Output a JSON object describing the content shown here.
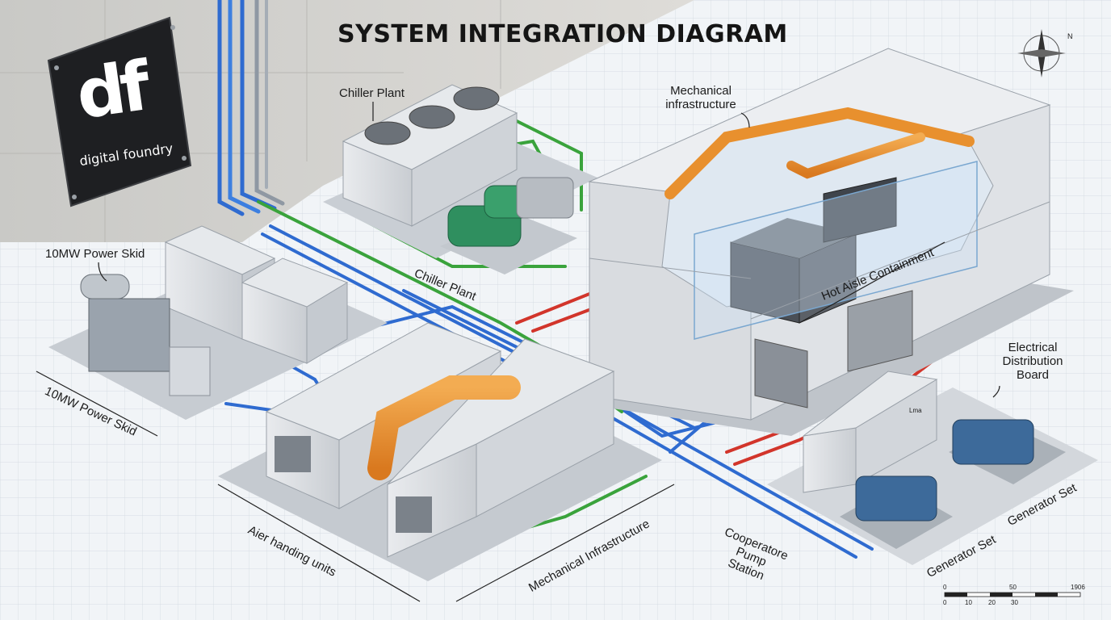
{
  "title": "SYSTEM INTEGRATION DIAGRAM",
  "logo": {
    "mark": "df",
    "name": "digital foundry"
  },
  "labels": {
    "chiller_plant_top": "Chiller Plant",
    "chiller_plant_iso": "Chiller Plant",
    "mechanical_infrastructure_top": "Mechanical infrastructure",
    "mechanical_infrastructure_iso": "Mechanical Infrastructure",
    "power_skid_top": "10MW Power Skid",
    "power_skid_iso": "10MW Power Skid",
    "hot_aisle": "Hot Aisle Containment",
    "electrical_board": "Electrical Distribution Board",
    "air_handling": "Aier handing units",
    "pump_station": "Cooperatore Pump Station",
    "generator_1": "Generator Set",
    "generator_2": "Generator Set",
    "rack_label": "Lma"
  },
  "scale_bar": {
    "top_ticks": [
      "0",
      "50",
      "1906"
    ],
    "bottom_ticks": [
      "0",
      "10",
      "20",
      "30"
    ]
  },
  "compass": {
    "north": "N"
  },
  "colors": {
    "chilled_water": "#2f6bd0",
    "condenser_water": "#3aa33c",
    "power": "#d2352b",
    "ductwork": "#e8902e",
    "equipment": "#dfe2e5"
  }
}
